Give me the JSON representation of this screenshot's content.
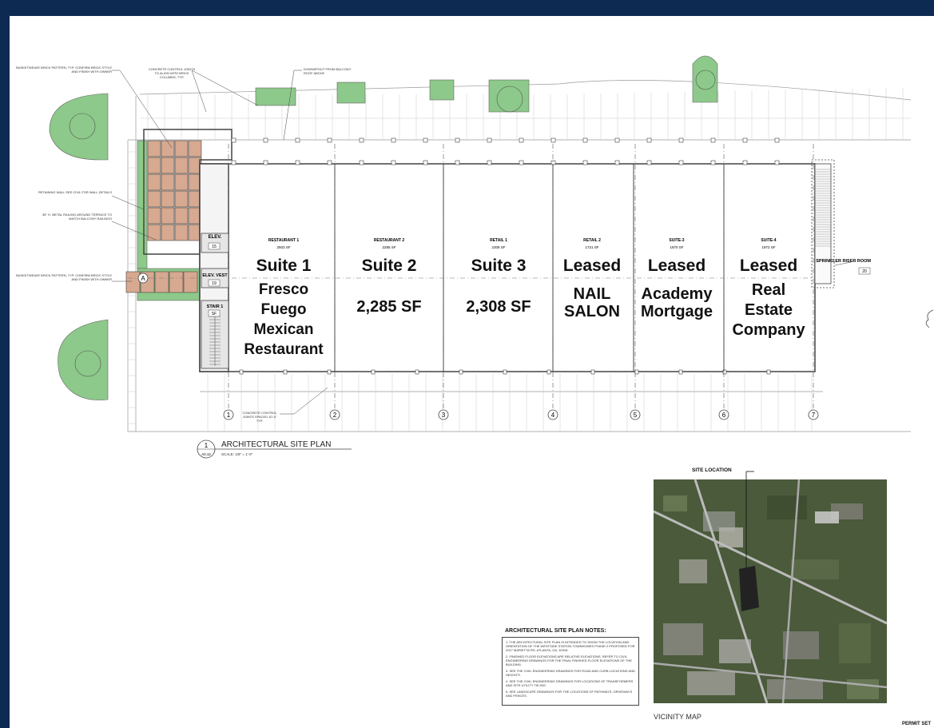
{
  "suites": [
    {
      "tag": "RESTAURANT 1",
      "sf": "2503 SF",
      "title": "Suite 1",
      "body": [
        "Fresco",
        "Fuego",
        "Mexican",
        "Restaurant"
      ]
    },
    {
      "tag": "RESTAURANT 2",
      "sf": "2285 SF",
      "title": "Suite 2",
      "body": [
        "2,285 SF"
      ]
    },
    {
      "tag": "RETAIL 1",
      "sf": "2308 SF",
      "title": "Suite 3",
      "body": [
        "2,308 SF"
      ]
    },
    {
      "tag": "RETAIL 2",
      "sf": "1721 SF",
      "title": "Leased",
      "body": [
        "NAIL",
        "SALON"
      ]
    },
    {
      "tag": "SUITE-3",
      "sf": "1970 SF",
      "title": "Leased",
      "body": [
        "Academy",
        "Mortgage"
      ]
    },
    {
      "tag": "SUITE-4",
      "sf": "1972 SF",
      "title": "Leased",
      "body": [
        "Real",
        "Estate",
        "Company"
      ]
    }
  ],
  "rooms": {
    "elev": "ELEV.",
    "elev_num": "15",
    "elev_vest": "ELEV. VEST",
    "elev_vest_num": "19",
    "stair": "STAIR 1",
    "stair_num": "SF",
    "sprinkler": "SPRINKLER RISER ROOM",
    "sprinkler_num": "20"
  },
  "grid_markers": [
    "1",
    "2",
    "3",
    "4",
    "5",
    "6",
    "7"
  ],
  "section_marker": "A",
  "callouts": {
    "basketweave_top": "BASKETWEAVE BRICK PATTERN, TYP. CONFIRM BRICK STYLE AND FINISH WITH OWNER",
    "concrete_top": "CONCRETE CONTROL JOINTS TO ALIGN WITH BRICK COLUMNS, TYP.",
    "downspout": "DOWNSPOUT FROM BALCONY ROOF ABOVE",
    "retaining": "RETAINING WALL SEE CIVIL FOR WALL DETAILS",
    "railing": "36\" H. METAL RAILING AROUND TERRACE TO MATCH BALCONY RAILINGS",
    "basketweave_mid": "BASKETWEAVE BRICK PATTERN, TYP. CONFIRM BRICK STYLE AND FINISH WITH OWNER",
    "concrete_bottom": "CONCRETE CONTROL JOINTS SPACED 10'-0\" TYP."
  },
  "plan_title": {
    "num": "1",
    "sheet": "A0.12",
    "title": "ARCHITECTURAL SITE PLAN",
    "scale": "SCALE: 1/8\" = 1'-0\""
  },
  "site_location": "SITE LOCATION",
  "vicinity_map": "VICINITY MAP",
  "notes": {
    "title": "ARCHITECTURAL SITE PLAN NOTES:",
    "items": [
      "1. THE ARCHITECTURAL SITE PLAN IS INTENDED TO SHOW THE LOCATION AND ORIENTATION OF THE WESTSIDE STATION TOWNHOMES PHASE 2 PROPOSED FOR 2017 MARIETTA RD. ATLANTA, GA. 30318.",
      "2. FINISHED FLOOR ELEVATIONS ARE RELATIVE ELEVATIONS. REFER TO CIVIL ENGINEERING DRAWINGS FOR THE FINAL FINISHED FLOOR ELEVATIONS OF THE BUILDING.",
      "3. SEE THE CIVIL ENGINEERING DRAWINGS FOR ROAD AND CURB LOCATIONS AND HEIGHTS.",
      "4. SEE THE CIVIL ENGINEERING DRAWINGS FOR LOCATIONS OF TRANSFORMERS AND SITE UTILITY TIE-INS.",
      "5. SEE LANDSCAPE DRAWINGS FOR THE LOCATIONS OF PATHWAYS, DRIVEWAYS AND FENCES."
    ]
  },
  "permit": "PERMIT SET",
  "colors": {
    "green": "#8dc98a",
    "brick": "#d6a990",
    "line": "#444444",
    "grid": "#bbbbbb"
  }
}
